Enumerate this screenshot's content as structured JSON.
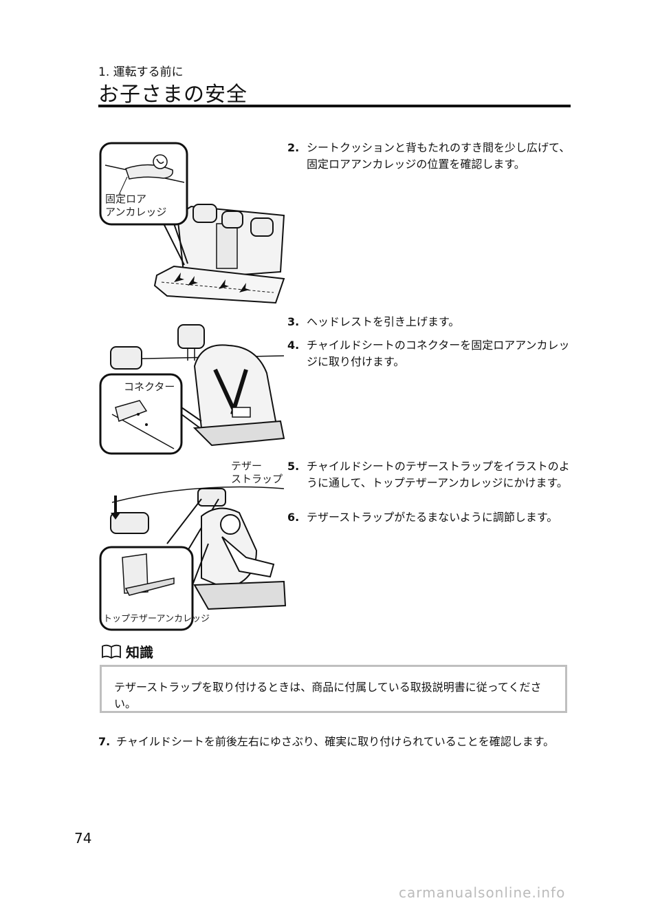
{
  "header": {
    "section": "1. 運転する前に",
    "title": "お子さまの安全"
  },
  "steps": [
    {
      "num": "2.",
      "text": "シートクッションと背もたれのすき間を少し広げて、固定ロアアンカレッジの位置を確認します。"
    },
    {
      "num": "3.",
      "text": "ヘッドレストを引き上げます。"
    },
    {
      "num": "4.",
      "text": "チャイルドシートのコネクターを固定ロアアンカレッジに取り付けます。"
    },
    {
      "num": "5.",
      "text": "チャイルドシートのテザーストラップをイラストのように通して、トップテザーアンカレッジにかけます。"
    },
    {
      "num": "6.",
      "text": "テザーストラップがたるまないように調節します。"
    }
  ],
  "illustrations": {
    "lower_anchor_label": "固定ロア\nアンカレッジ",
    "connector_label": "コネクター",
    "tether_label": "テザー\nストラップ",
    "top_tether_label": "トップテザーアンカレッジ"
  },
  "knowledge": {
    "title": "知識",
    "text": "テザーストラップを取り付けるときは、商品に付属している取扱説明書に従ってください。"
  },
  "step7": {
    "num": "7.",
    "text": "チャイルドシートを前後左右にゆさぶり、確実に取り付けられていることを確認します。"
  },
  "page_number": "74",
  "footer": "carmanualsonline.info"
}
